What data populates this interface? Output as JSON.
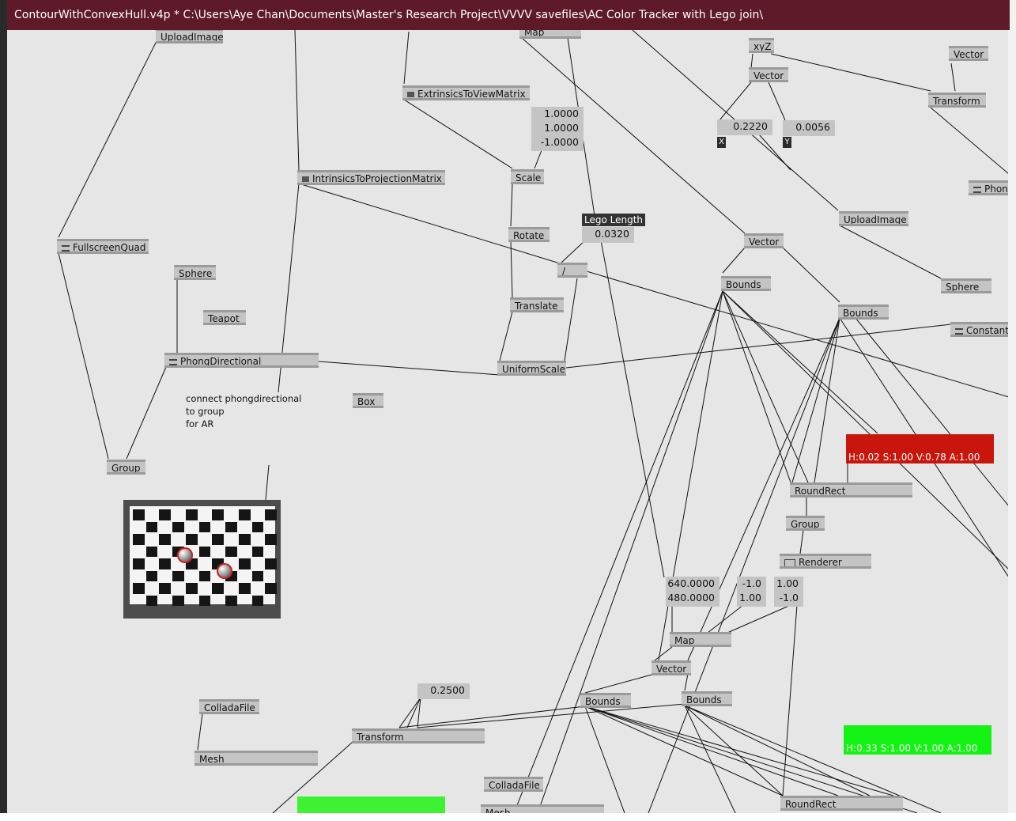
{
  "window": {
    "title": "ContourWithConvexHull.v4p *  C:\\Users\\Aye Chan\\Documents\\Master's Research Project\\VVVV savefiles\\AC Color Tracker with Lego join\\"
  },
  "nodes": {
    "uploadimage_1": "UploadImage",
    "map_top": "Map",
    "xyz": "xyZ",
    "vector_top_right": "Vector",
    "vector_top": "Vector",
    "transform_top": "Transform",
    "extrinsics": "ExtrinsicsToViewMatrix",
    "intrinsics": "IntrinsicsToProjectionMatrix",
    "scale": "Scale",
    "rotate": "Rotate",
    "translate": "Translate",
    "uniformscale": "UniformScale",
    "divide": "/",
    "fullscreenquad": "FullscreenQuad",
    "sphere_left": "Sphere",
    "teapot": "Teapot",
    "phongdirectional": "PhongDirectional",
    "box": "Box",
    "group_left": "Group",
    "phong_right": "Phong",
    "uploadimage_2": "UploadImage",
    "vector_mid": "Vector",
    "bounds_1": "Bounds",
    "bounds_2": "Bounds",
    "sphere_right": "Sphere",
    "constant": "Constant",
    "roundrect_1": "RoundRect",
    "group_right": "Group",
    "renderer": "Renderer",
    "map_mid": "Map",
    "vector_low": "Vector",
    "bounds_3": "Bounds",
    "bounds_4": "Bounds",
    "roundrect_2": "RoundRect",
    "colladafile_left": "ColladaFile",
    "mesh_left": "Mesh",
    "transform_low": "Transform",
    "colladafile_low": "ColladaFile",
    "mesh_low": "Mesh"
  },
  "values": {
    "scale_vec": [
      "1.0000",
      "1.0000",
      "-1.0000"
    ],
    "x_val": "0.2220",
    "y_val": "0.0056",
    "x_label": "X",
    "y_label": "Y",
    "lego_label": "Lego Length",
    "lego_val": "0.0320",
    "resolution": [
      "640.0000",
      "480.0000"
    ],
    "map_a": [
      "-1.0",
      "1.00"
    ],
    "map_b": [
      "1.00",
      "-1.0"
    ],
    "transform_val": "0.2500"
  },
  "comment": [
    "connect phongdirectional",
    "to group",
    " for AR"
  ],
  "colors": {
    "red_box": {
      "text": "H:0.02  S:1.00  V:0.78  A:1.00",
      "bg": "#c8160c"
    },
    "green_box": {
      "text": "H:0.33  S:1.00  V:1.00  A:1.00",
      "bg": "#13f313"
    },
    "green_bottom": "#3ef231",
    "titlebar": "#5e1a28",
    "canvas": "#e6e6e6"
  }
}
